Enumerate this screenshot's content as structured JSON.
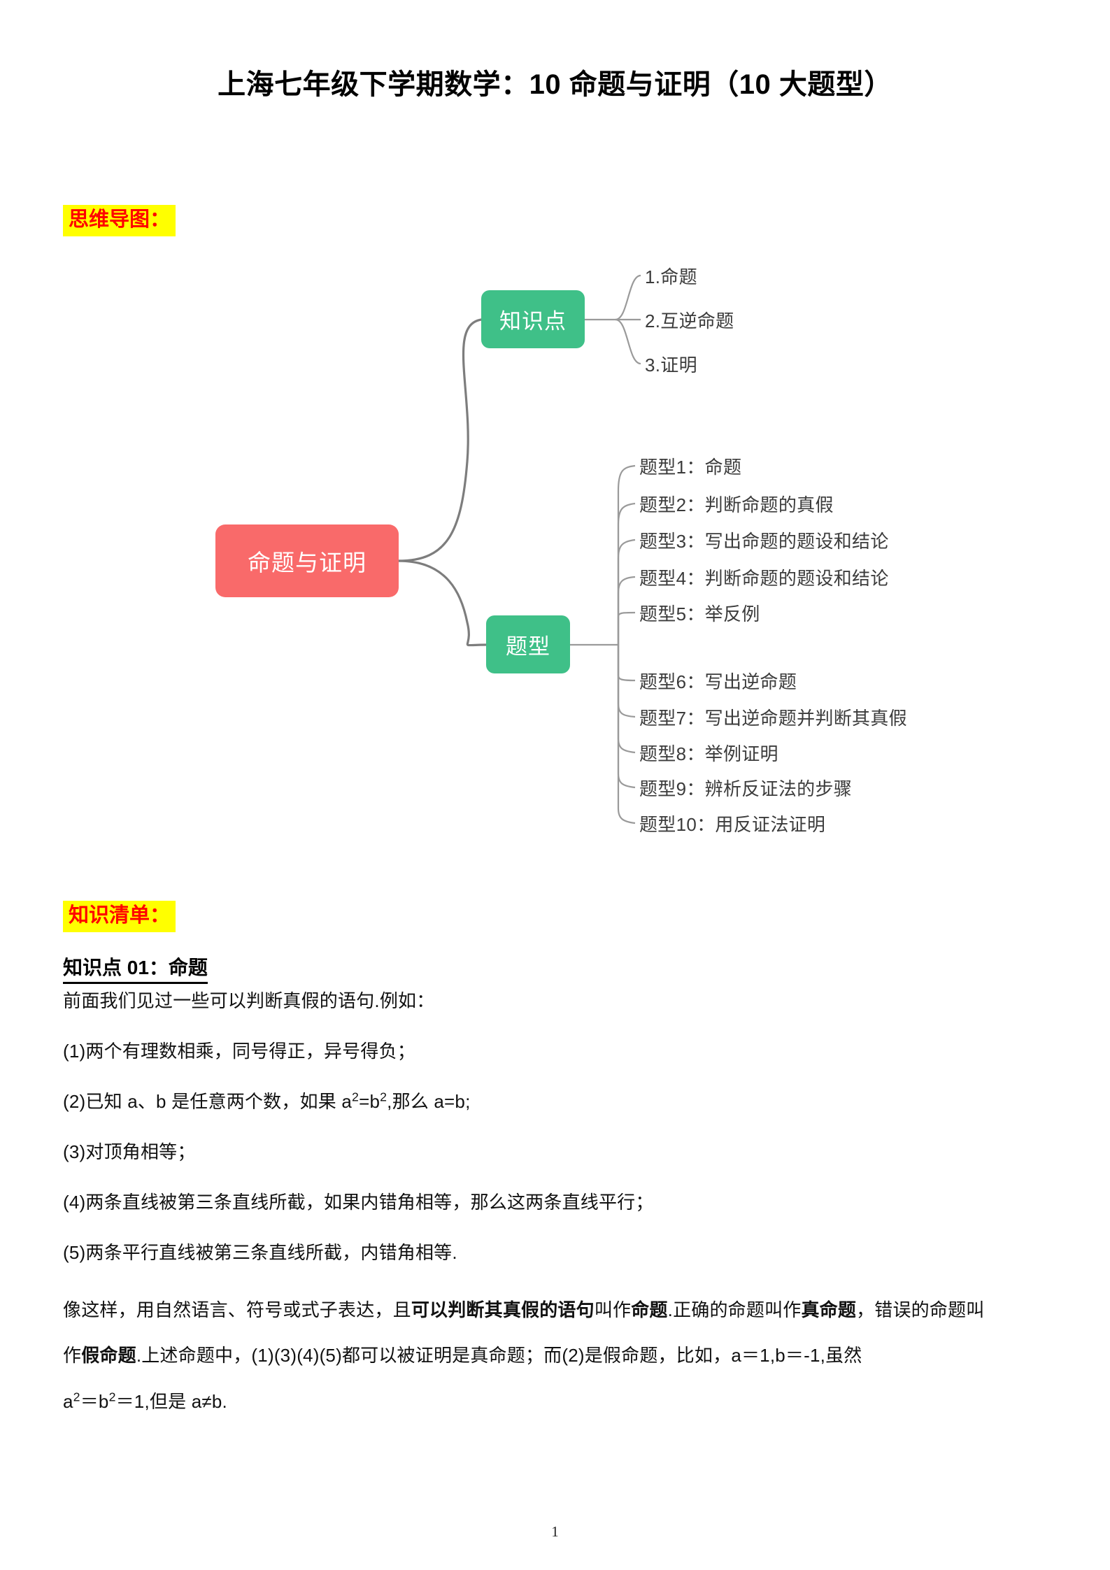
{
  "document": {
    "title": "上海七年级下学期数学：10 命题与证明（10 大题型）",
    "page_number": "1"
  },
  "sections": {
    "mindmap_header": "思维导图：",
    "knowledge_list_header": "知识清单："
  },
  "mindmap": {
    "root": "命题与证明",
    "branches": [
      {
        "node": "知识点",
        "leaves": [
          "1.命题",
          "2.互逆命题",
          "3.证明"
        ]
      },
      {
        "node": "题型",
        "leaves": [
          "题型1：命题",
          "题型2：判断命题的真假",
          "题型3：写出命题的题设和结论",
          "题型4：判断命题的题设和结论",
          "题型5：举反例",
          "题型6：写出逆命题",
          "题型7：写出逆命题并判断其真假",
          "题型8：举例证明",
          "题型9：辨析反证法的步骤",
          "题型10：用反证法证明"
        ]
      }
    ],
    "colors": {
      "root_fill": "#f96a6a",
      "branch_fill": "#3fc088",
      "connector": "#7d7d7d",
      "leaf_connector": "#9a9a9a"
    }
  },
  "knowledge_point": {
    "heading": "知识点 01：命题",
    "intro": "前面我们见过一些可以判断真假的语句.例如：",
    "items": [
      "(1)两个有理数相乘，同号得正，异号得负；",
      "(3)对顶角相等；",
      "(4)两条直线被第三条直线所截，如果内错角相等，那么这两条直线平行；",
      "(5)两条平行直线被第三条直线所截，内错角相等."
    ],
    "item2": {
      "prefix": "(2)已知 a、b 是任意两个数，如果 a",
      "sup1": "2",
      "mid": "=b",
      "sup2": "2",
      "suffix": ",那么 a=b;"
    },
    "summary": {
      "line1_a": "像这样，用自然语言、符号或式子表达，且",
      "line1_b": "可以判断其真假的语句",
      "line1_c": "叫作",
      "line1_d": "命题",
      "line1_e": ".正确的命题叫作",
      "line1_f": "真命题",
      "line1_g": "，错误的命题叫",
      "line2_a": "作",
      "line2_b": "假命题",
      "line2_c": ".上述命题中，(1)(3)(4)(5)都可以被证明是真命题；而(2)是假命题，比如，a＝1,b＝-1,虽然",
      "line3_a": "a",
      "line3_sup1": "2",
      "line3_b": "＝b",
      "line3_sup2": "2",
      "line3_c": "＝1,但是 a≠b."
    }
  }
}
